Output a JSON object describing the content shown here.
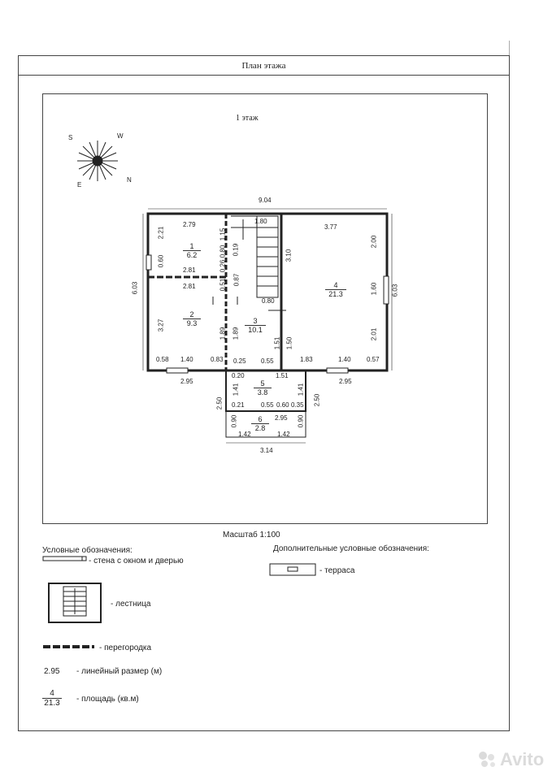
{
  "header": {
    "title": "План этажа"
  },
  "plan": {
    "floor_label": "1 этаж",
    "scale_label": "Масштаб 1:100",
    "compass_letters": {
      "s": "S",
      "w": "W",
      "n": "N",
      "e": "E"
    },
    "overall": {
      "top": "9.04",
      "left": "6.03",
      "right": "6.03",
      "bottom": "3.14"
    },
    "rooms": [
      {
        "num": "1",
        "area": "6.2"
      },
      {
        "num": "2",
        "area": "9.3"
      },
      {
        "num": "3",
        "area": "10.1"
      },
      {
        "num": "4",
        "area": "21.3"
      },
      {
        "num": "5",
        "area": "3.8"
      },
      {
        "num": "6",
        "area": "2.8"
      }
    ],
    "dims": {
      "r1_top": "2.79",
      "r1_left": "2.21",
      "r1_window": "0.60",
      "r1_bottom": "2.81",
      "r2_top": "2.81",
      "r2_left": "3.27",
      "r2_bottom_a": "0.58",
      "r2_bottom_b": "1.40",
      "r2_bottom_c": "0.83",
      "stair_top": "1.80",
      "stair_a": "1.15",
      "stair_b": "0.80",
      "stair_c": "0.19",
      "stair_d": "0.26",
      "stair_e": "0.51",
      "stair_f": "0.87",
      "stair_g": "3.10",
      "stair_h": "0.80",
      "r3_left": "1.89",
      "r3_left_b": "1.89",
      "r3_right": "1.51",
      "r3_right_b": "1.50",
      "r3_bottom_a": "0.25",
      "r3_bottom_b": "0.55",
      "r4_top": "3.77",
      "r4_right_a": "2.00",
      "r4_right_b": "1.60",
      "r4_right_c": "2.01",
      "r4_bottom_a": "1.83",
      "r4_bottom_b": "1.40",
      "r4_bottom_c": "0.57",
      "out_left": "2.95",
      "out_right": "2.95",
      "r5_top_a": "0.20",
      "r5_top_b": "1.51",
      "r5_left": "1.41",
      "r5_right": "1.41",
      "r5_bottom_a": "0.21",
      "r5_bottom_b": "0.55",
      "r5_bottom_c": "0.60",
      "r5_bottom_d": "0.35",
      "side_left": "2.50",
      "side_right": "2.50",
      "r6_top": "2.95",
      "r6_left": "0.90",
      "r6_right": "0.90",
      "r6_bottom_a": "1.42",
      "r6_bottom_b": "1.42"
    }
  },
  "legend": {
    "title": "Условные обозначения:",
    "wall": "- стена с окном и дверью",
    "stairs": "- лестница",
    "partition": "- перегородка",
    "linear_example": "2.95",
    "linear": "- линейный размер (м)",
    "area_num": "4",
    "area_val": "21.3",
    "area": "- площадь (кв.м)",
    "extra_title": "Дополнительные условные обозначения:",
    "terrace": "- терраса"
  },
  "watermark": {
    "text": "Avito"
  }
}
